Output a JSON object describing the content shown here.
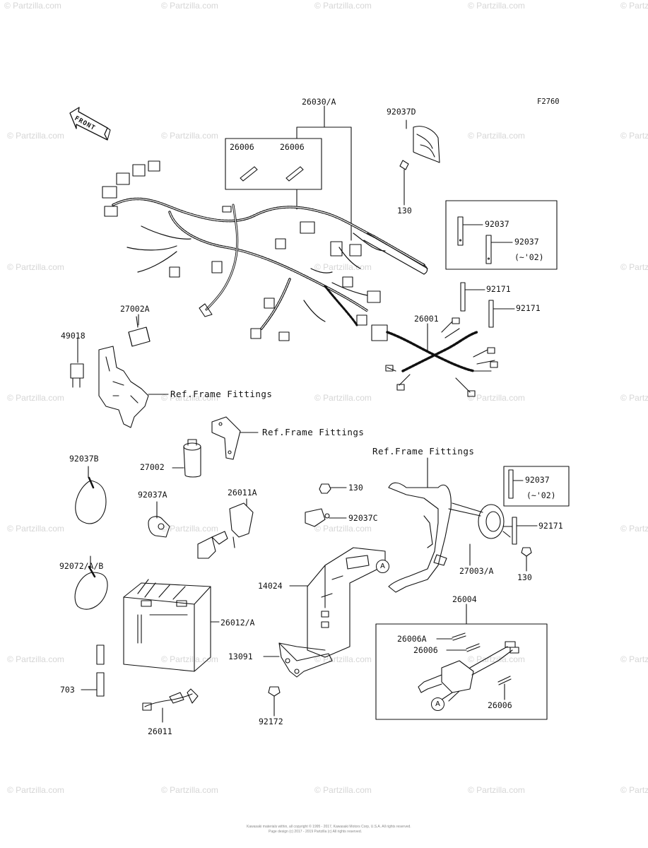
{
  "figure_code": "F2760",
  "front_label": "FRONT",
  "watermark_text": "© Partzilla.com",
  "copyright_lines": [
    "Kawasaki materials within, all copyright © 1995 - 2017, Kawasaki Motors Corp, U.S.A. All rights reserved.",
    "Page design (c) 2017 - 2019 Partzilla (c) All rights reserved."
  ],
  "colors": {
    "line": "#111111",
    "watermark": "#d6d6d6",
    "background": "#ffffff"
  },
  "callout_marker": "A",
  "labels": {
    "l26030A": "26030/A",
    "l92037D": "92037D",
    "l26006a": "26006",
    "l26006b": "26006",
    "l130a": "130",
    "l92037a": "92037",
    "l92037b": "92037",
    "l02a": "(~'02)",
    "l92171a": "92171",
    "l92171b": "92171",
    "l27002A": "27002A",
    "l49018": "49018",
    "l26001": "26001",
    "lRef1": "Ref.Frame Fittings",
    "lRef2": "Ref.Frame Fittings",
    "lRef3": "Ref.Frame Fittings",
    "l92037B": "92037B",
    "l27002": "27002",
    "l92037A": "92037A",
    "l26011A": "26011A",
    "l130b": "130",
    "l92037C": "92037C",
    "l92037c": "92037",
    "l02b": "(~'02)",
    "l92171c": "92171",
    "l92072": "92072/A/B",
    "l27003A": "27003/A",
    "l130c": "130",
    "l14024": "14024",
    "l26004": "26004",
    "l26012A": "26012/A",
    "l26006A": "26006A",
    "l26006c": "26006",
    "l13091": "13091",
    "l26006d": "26006",
    "l703": "703",
    "l92172": "92172",
    "l26011": "26011"
  }
}
